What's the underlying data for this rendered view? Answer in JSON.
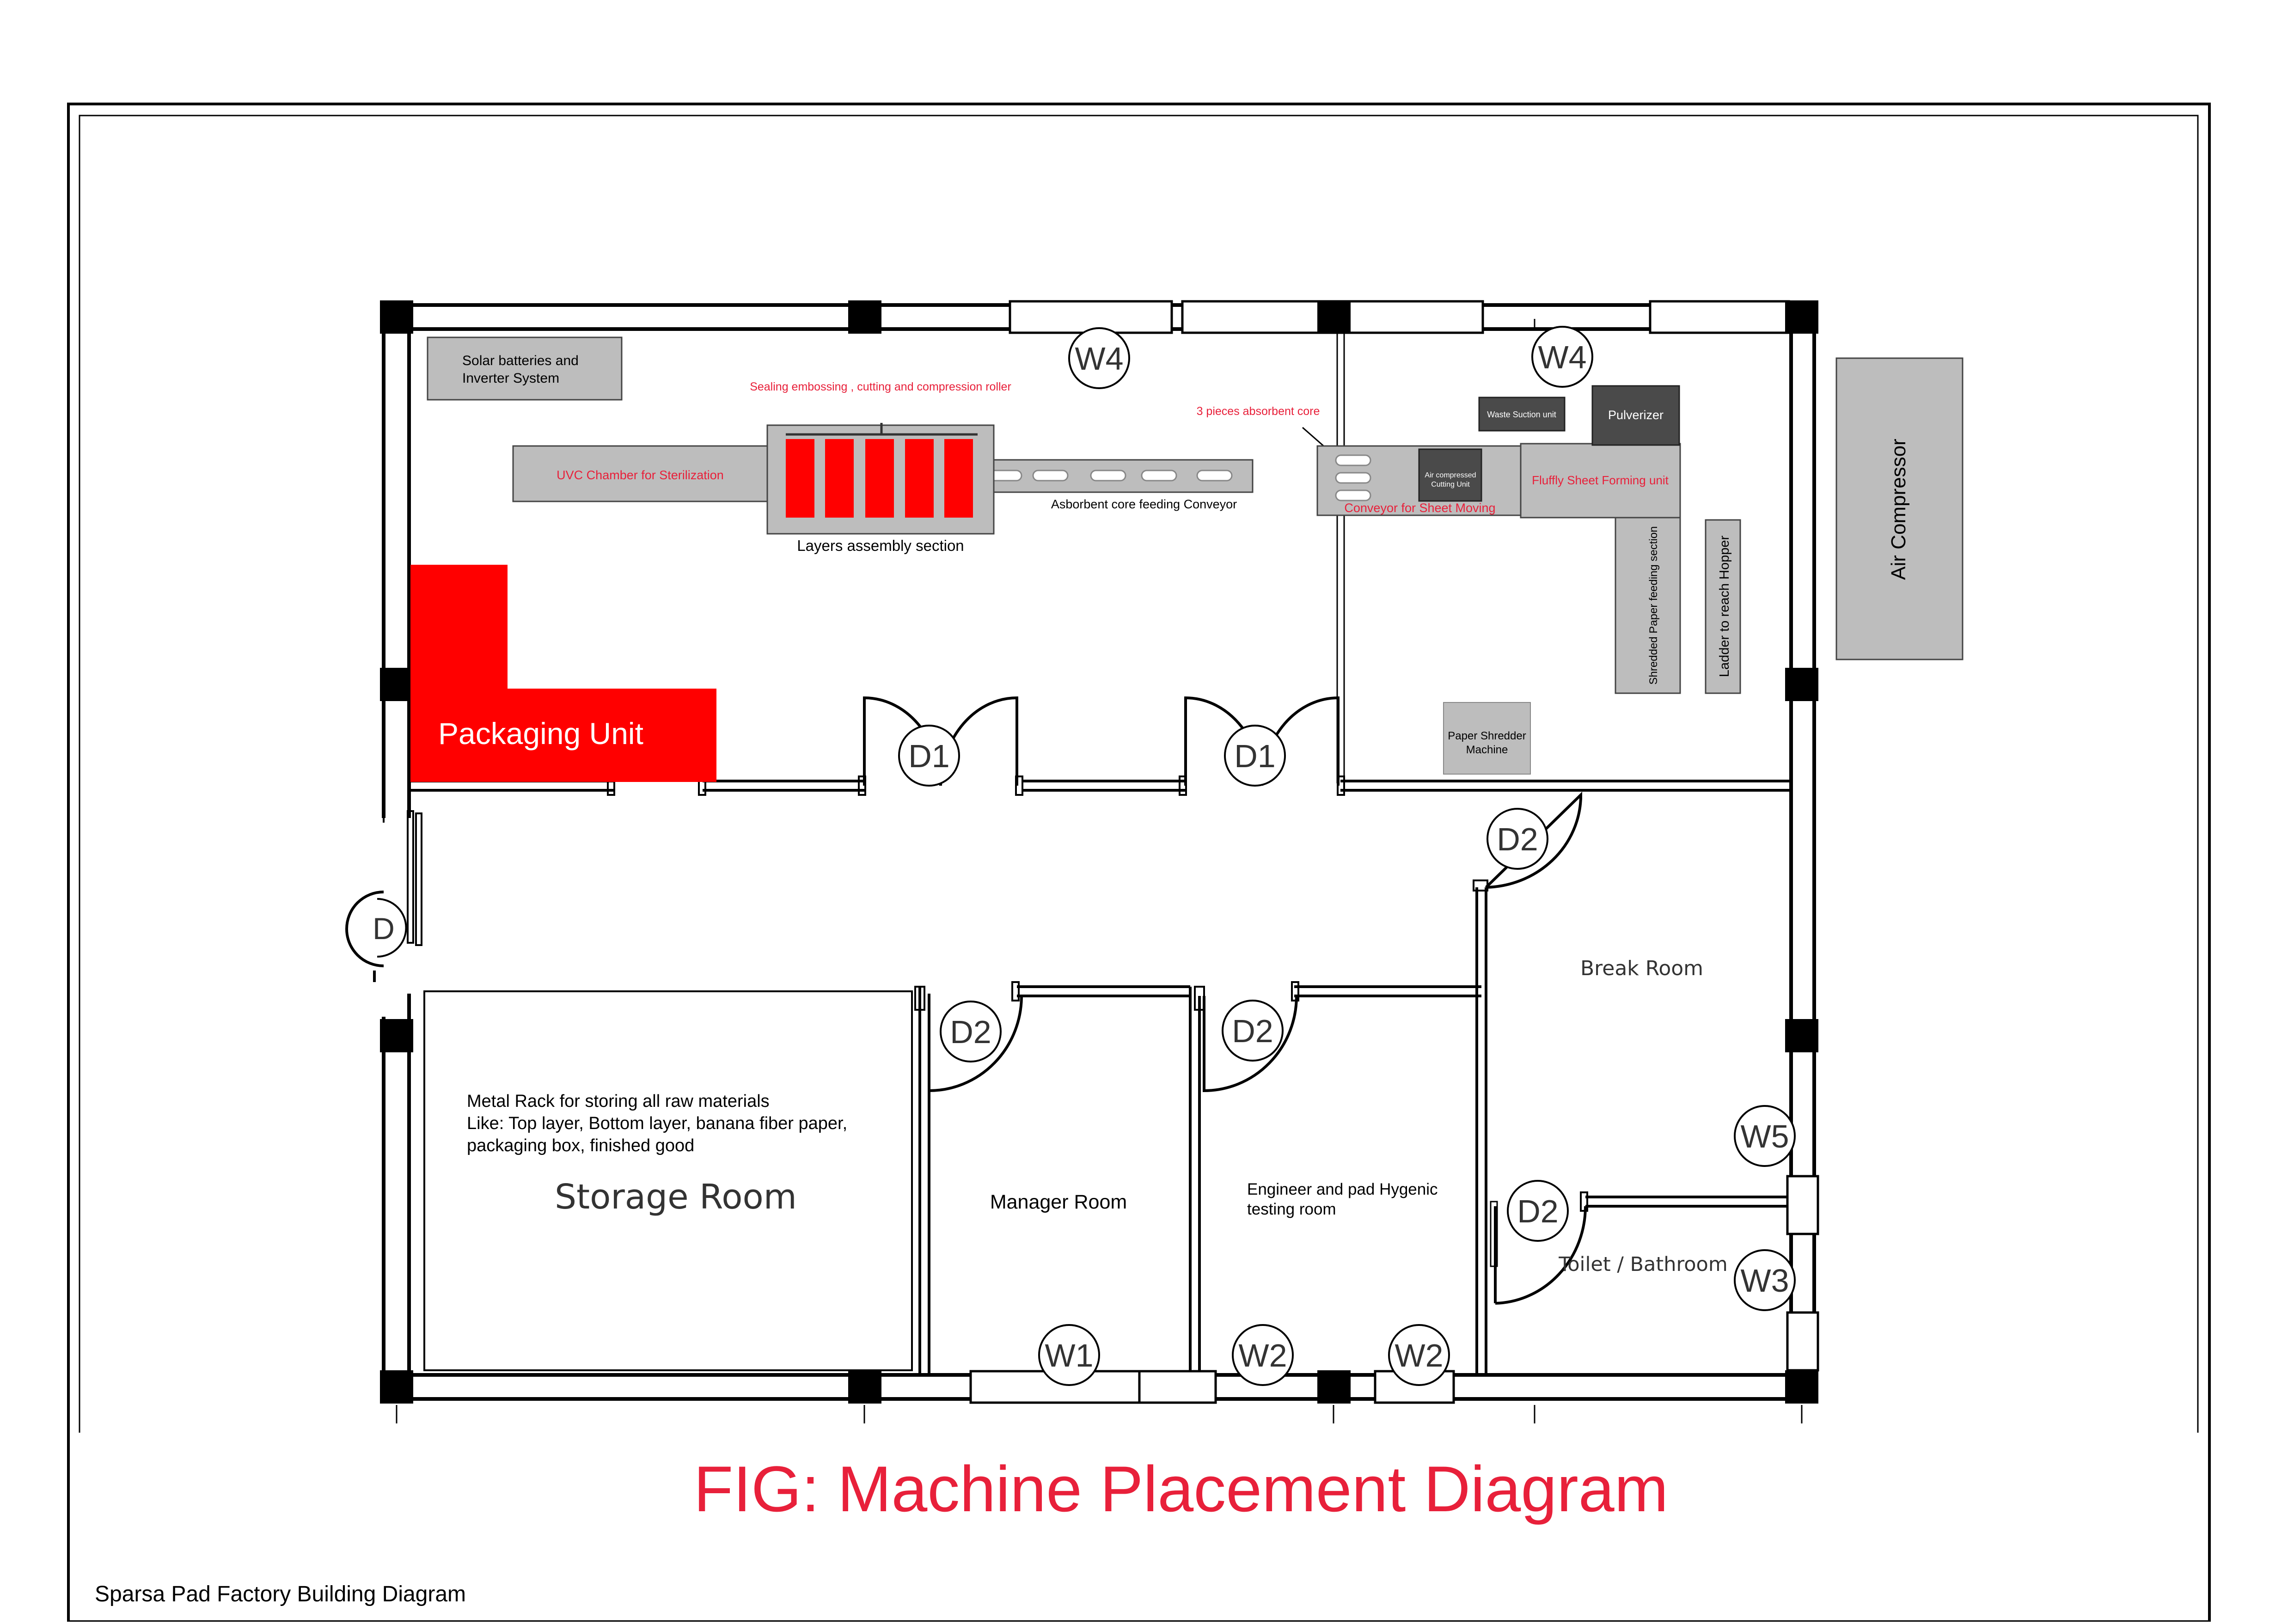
{
  "diagram": {
    "caption": "FIG: Machine Placement Diagram",
    "footer": "Sparsa Pad Factory Building Diagram",
    "colors": {
      "accent": "#ff0000",
      "label_red": "#e8203a",
      "machine_gray": "#bdbdbd",
      "dark_gray": "#4a4a4a",
      "wall": "#000000"
    },
    "equipment": {
      "solar": [
        "Solar batteries and",
        "Inverter System"
      ],
      "sealing_label": "Sealing embossing , cutting and compression roller",
      "uvc": "UVC Chamber for Sterilization",
      "layers_assembly": "Layers assembly section",
      "absorbent_conveyor": "Asborbent core feeding Conveyor",
      "three_pieces": "3 pieces absorbent core",
      "air_cutting": [
        "Air compressed",
        "Cutting Unit"
      ],
      "sheet_conveyor": "Conveyor for Sheet Moving",
      "waste_suction": "Waste Suction unit",
      "pulverizer": "Pulverizer",
      "fluffy_sheet": "Fluffly Sheet Forming unit",
      "shredded_feed": "Shredded Paper feeding section",
      "ladder": "Ladder to reach Hopper",
      "air_compressor": "Air Compressor",
      "paper_shredder": [
        "Paper Shredder",
        "Machine"
      ],
      "packaging": "Packaging  Unit"
    },
    "rooms": {
      "storage": "Storage Room",
      "storage_note": [
        "Metal Rack for storing all raw materials",
        "Like: Top layer, Bottom layer, banana fiber paper,",
        "packaging box, finished good"
      ],
      "manager": "Manager Room",
      "engineer": [
        "Engineer and pad Hygenic",
        "testing room"
      ],
      "break": "Break Room",
      "toilet": "Toilet / Bathroom"
    },
    "tags": {
      "w4": "W4",
      "w1": "W1",
      "w2": "W2",
      "w3": "W3",
      "w5": "W5",
      "d1": "D1",
      "d2": "D2",
      "d": "D"
    }
  }
}
